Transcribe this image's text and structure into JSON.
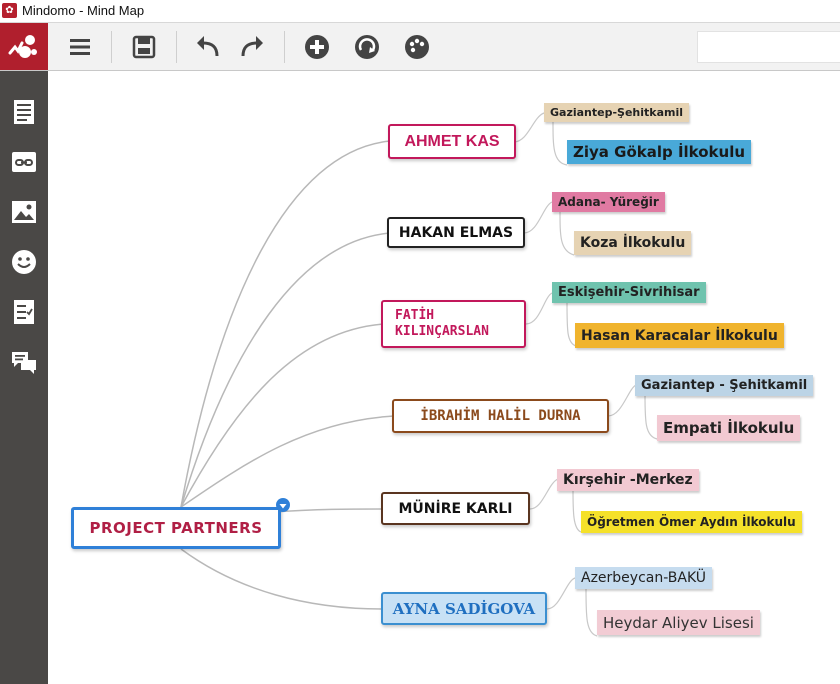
{
  "window": {
    "title": "Mindomo - Mind Map"
  },
  "toolbar": {
    "buttons": [
      "menu-icon",
      "save-icon",
      "undo-icon",
      "redo-icon",
      "add-icon",
      "refresh-icon",
      "palette-icon"
    ],
    "search": {
      "value": "",
      "placeholder": ""
    }
  },
  "sidebar": {
    "items": [
      "notes-icon",
      "link-icon",
      "image-icon",
      "emoji-icon",
      "task-icon",
      "comments-icon"
    ]
  },
  "map": {
    "center": "PROJECT PARTNERS",
    "partners": [
      {
        "name": "AHMET KAS",
        "city": "Gaziantep-Şehitkamil",
        "school": "Ziya Gökalp İlkokulu"
      },
      {
        "name": "HAKAN ELMAS",
        "city": "Adana- Yüreğir",
        "school": "Koza İlkokulu"
      },
      {
        "name": "FATİH KILINÇARSLAN",
        "city": "Eskişehir-Sivrihisar",
        "school": "Hasan Karacalar İlkokulu"
      },
      {
        "name": "İBRAHİM HALİL DURNA",
        "city": "Gaziantep - Şehitkamil",
        "school": "Empati İlkokulu"
      },
      {
        "name": "MÜNİRE KARLI",
        "city": "Kırşehir -Merkez",
        "school": "Öğretmen Ömer Aydın İlkokulu"
      },
      {
        "name": "AYNA SADİGOVA",
        "city": "Azerbeycan-BAKÜ",
        "school": "Heydar Aliyev Lisesi"
      }
    ]
  },
  "colors": {
    "brand": "#b01f2d",
    "sidebar": "#4a4846",
    "selection": "#2f80d8"
  }
}
